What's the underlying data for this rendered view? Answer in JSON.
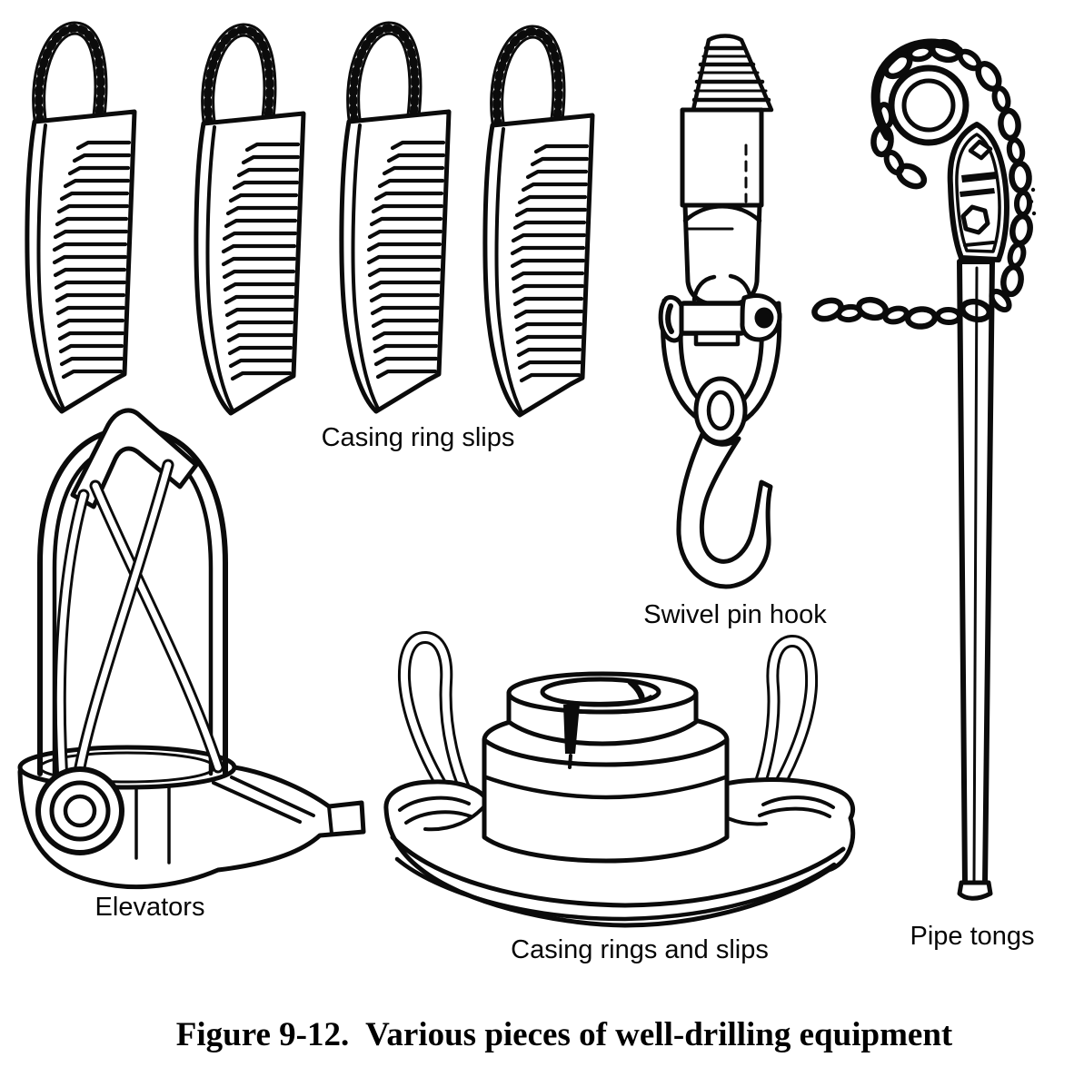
{
  "figure": {
    "caption": "Figure 9-12.  Various pieces of well-drilling equipment",
    "items": [
      {
        "id": "casing-ring-slips",
        "label": "Casing ring slips",
        "count": 4
      },
      {
        "id": "swivel-pin-hook",
        "label": "Swivel pin hook",
        "count": 1
      },
      {
        "id": "elevators",
        "label": "Elevators",
        "count": 1
      },
      {
        "id": "casing-rings-and-slips",
        "label": "Casing rings and slips",
        "count": 1
      },
      {
        "id": "pipe-tongs",
        "label": "Pipe tongs",
        "count": 1
      }
    ]
  },
  "colors": {
    "ink": "#0b0b0b",
    "paper": "#ffffff"
  }
}
